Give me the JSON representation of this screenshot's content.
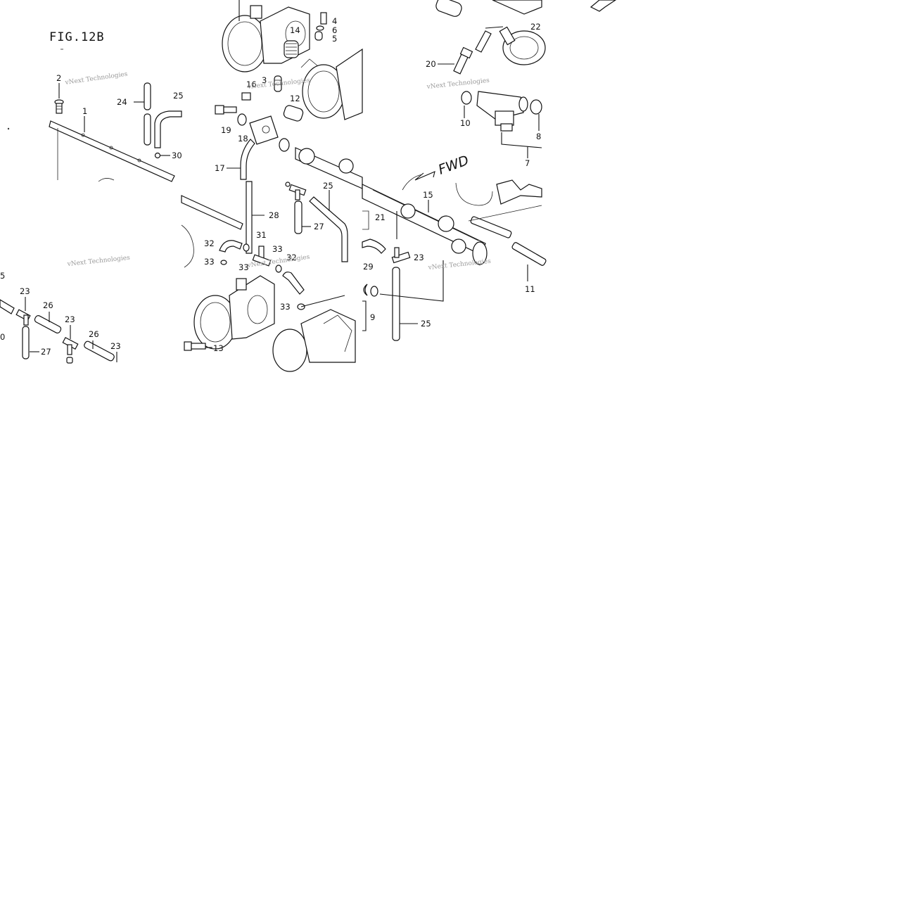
{
  "figure": {
    "title": "FIG.12B"
  },
  "direction": {
    "label": "FWD"
  },
  "watermark": {
    "text": "vNext Technologies"
  },
  "parts": [
    {
      "id": "p2",
      "label": "2"
    },
    {
      "id": "p1",
      "label": "1"
    },
    {
      "id": "p24",
      "label": "24"
    },
    {
      "id": "p25a",
      "label": "25"
    },
    {
      "id": "p30",
      "label": "30"
    },
    {
      "id": "p14",
      "label": "14"
    },
    {
      "id": "p4",
      "label": "4"
    },
    {
      "id": "p6",
      "label": "6"
    },
    {
      "id": "p5",
      "label": "5"
    },
    {
      "id": "p3",
      "label": "3"
    },
    {
      "id": "p16",
      "label": "16"
    },
    {
      "id": "p12",
      "label": "12"
    },
    {
      "id": "p19",
      "label": "19"
    },
    {
      "id": "p18",
      "label": "18"
    },
    {
      "id": "p17",
      "label": "17"
    },
    {
      "id": "p22",
      "label": "22"
    },
    {
      "id": "p20",
      "label": "20"
    },
    {
      "id": "p10",
      "label": "10"
    },
    {
      "id": "p8",
      "label": "8"
    },
    {
      "id": "p7",
      "label": "7"
    },
    {
      "id": "p25b",
      "label": "25"
    },
    {
      "id": "p28",
      "label": "28"
    },
    {
      "id": "p27a",
      "label": "27"
    },
    {
      "id": "p31",
      "label": "31"
    },
    {
      "id": "p32a",
      "label": "32"
    },
    {
      "id": "p33a",
      "label": "33"
    },
    {
      "id": "p33b",
      "label": "33"
    },
    {
      "id": "p33c",
      "label": "33"
    },
    {
      "id": "p32b",
      "label": "32"
    },
    {
      "id": "p33d",
      "label": "33"
    },
    {
      "id": "p13",
      "label": "13"
    },
    {
      "id": "p15",
      "label": "15"
    },
    {
      "id": "p21",
      "label": "21"
    },
    {
      "id": "p29",
      "label": "29"
    },
    {
      "id": "p23a",
      "label": "23"
    },
    {
      "id": "p9",
      "label": "9"
    },
    {
      "id": "p25c",
      "label": "25"
    },
    {
      "id": "p11",
      "label": "11"
    },
    {
      "id": "p5b",
      "label": "5"
    },
    {
      "id": "p23b",
      "label": "23"
    },
    {
      "id": "p26a",
      "label": "26"
    },
    {
      "id": "p23c",
      "label": "23"
    },
    {
      "id": "p0",
      "label": "0"
    },
    {
      "id": "p27b",
      "label": "27"
    },
    {
      "id": "p26b",
      "label": "26"
    },
    {
      "id": "p23d",
      "label": "23"
    }
  ]
}
